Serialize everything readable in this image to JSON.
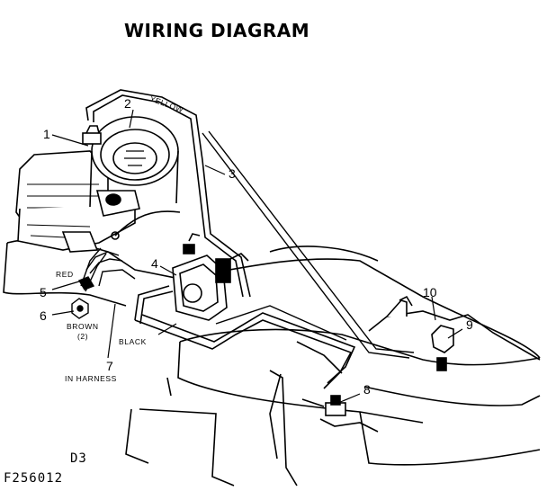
{
  "title": "WIRING DIAGRAM",
  "callouts": [
    "1",
    "2",
    "3",
    "4",
    "5",
    "6",
    "7",
    "8",
    "9",
    "10"
  ],
  "wire_labels": {
    "yellow": "YELLOW",
    "red": "RED",
    "brown": "BROWN",
    "brown_qty": "(2)",
    "black": "BLACK",
    "in_harness": "IN HARNESS"
  },
  "footer": {
    "page_code": "D3",
    "figure_number": "F256012"
  }
}
